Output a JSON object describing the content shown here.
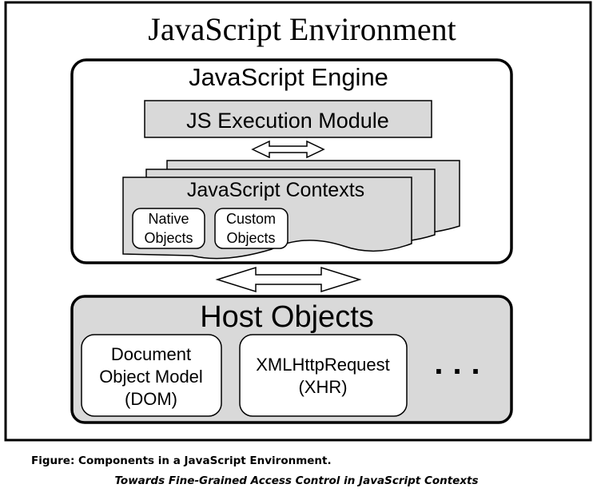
{
  "environment": {
    "title": "JavaScript Environment"
  },
  "engine": {
    "title": "JavaScript Engine",
    "execution_module": "JS Execution Module",
    "contexts": {
      "title": "JavaScript Contexts",
      "objects": [
        {
          "line1": "Native",
          "line2": "Objects"
        },
        {
          "line1": "Custom",
          "line2": "Objects"
        }
      ]
    }
  },
  "host": {
    "title": "Host Objects",
    "objects": [
      {
        "line1": "Document",
        "line2": "Object Model",
        "line3": "(DOM)"
      },
      {
        "line1": "XMLHttpRequest",
        "line2": "(XHR)"
      }
    ],
    "ellipsis": "..."
  },
  "caption": {
    "line1": "Figure: Components in a JavaScript Environment.",
    "line2": "Towards Fine-Grained Access Control in JavaScript Contexts"
  },
  "colors": {
    "gray_fill": "#d9d9d9",
    "stroke": "#000000",
    "background": "#ffffff"
  }
}
